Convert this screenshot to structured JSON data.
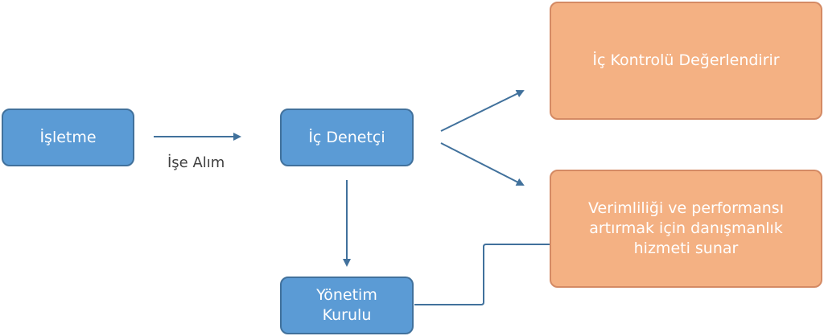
{
  "diagram": {
    "nodes": {
      "isletme": "İşletme",
      "ic_denetci": "İç Denetçi",
      "yonetim_kurulu": "Yönetim Kurulu",
      "ic_kontrol": "İç Kontrolü Değerlendirir",
      "danismanlik": "Verimliliği ve performansı artırmak için danışmanlık hizmeti sunar"
    },
    "edge_labels": {
      "ise_alim": "İşe Alım"
    },
    "colors": {
      "primary_node": "#5b9bd5",
      "secondary_node": "#f4b183",
      "edge": "#41719c"
    }
  }
}
